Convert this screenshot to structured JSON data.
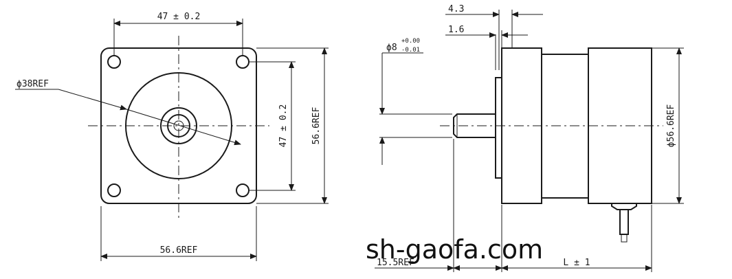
{
  "front_view": {
    "top_hole_spacing": "47 ± 0.2",
    "side_hole_spacing": "47 ± 0.2",
    "height_ref": "56.6REF",
    "width_ref": "56.6REF",
    "boss_diameter": "ϕ38REF"
  },
  "side_view": {
    "dim_top": "4.3",
    "dim_second": "1.6",
    "shaft_diameter": "ϕ8",
    "shaft_tol_upper": "+0.00",
    "shaft_tol_lower": "-0.01",
    "body_diameter": "ϕ56.6REF",
    "shaft_length": "15.5REF",
    "body_length": "L ± 1"
  },
  "watermark": "sh-gaofa.com"
}
